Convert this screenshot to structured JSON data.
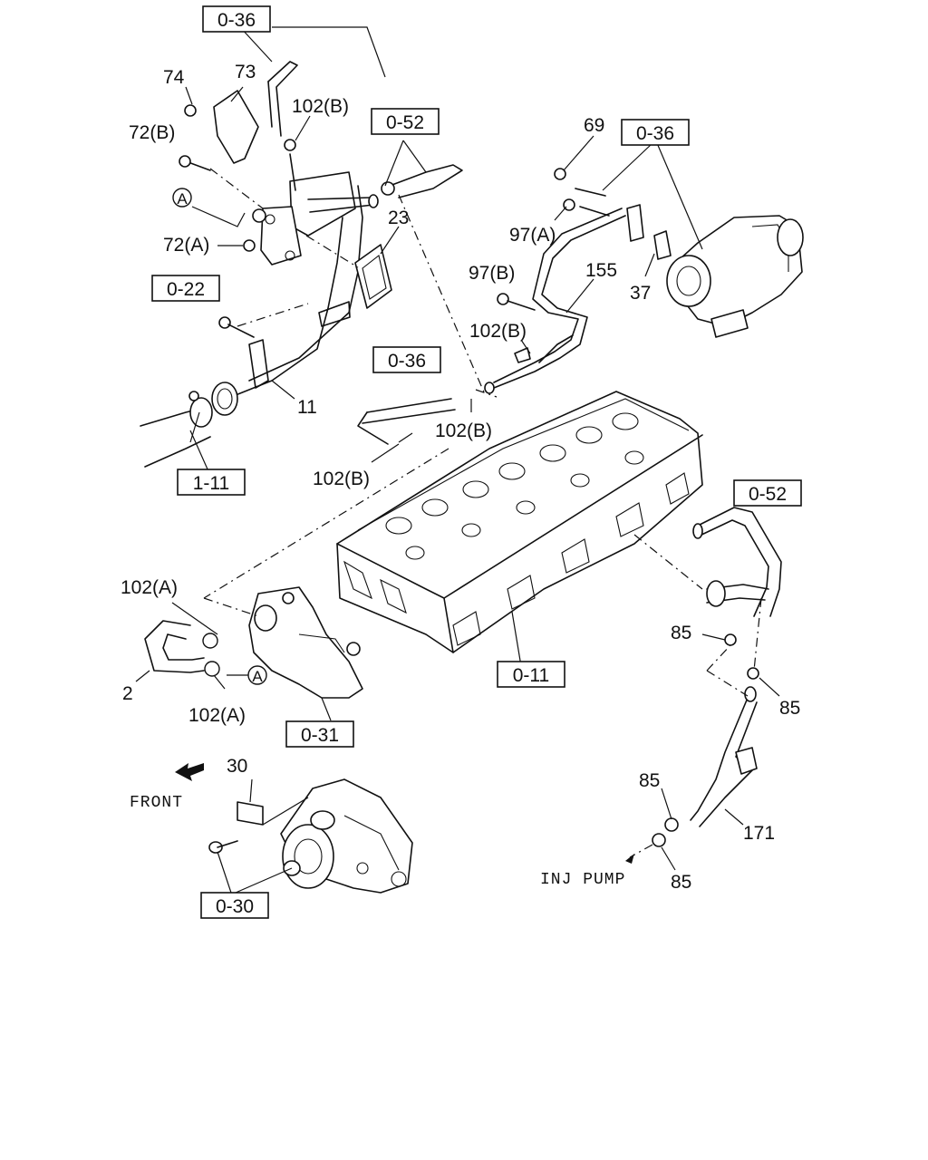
{
  "refs": {
    "r036_top": "0-36",
    "r052_top": "0-52",
    "r036_right": "0-36",
    "r022": "0-22",
    "r036_mid": "0-36",
    "r111": "1-11",
    "r052_right": "0-52",
    "r011": "0-11",
    "r031": "0-31",
    "r030": "0-30"
  },
  "parts": {
    "p74": "74",
    "p73": "73",
    "p102b_1": "102(B)",
    "p72b": "72(B)",
    "pA1": "A",
    "p72a": "72(A)",
    "p23": "23",
    "p11": "11",
    "p69": "69",
    "p97a": "97(A)",
    "p97b": "97(B)",
    "p155": "155",
    "p37": "37",
    "p102b_2": "102(B)",
    "p102b_3": "102(B)",
    "p102b_4": "102(B)",
    "p102a_1": "102(A)",
    "p2": "2",
    "pA2": "A",
    "p102a_2": "102(A)",
    "p85_1": "85",
    "p85_2": "85",
    "p85_3": "85",
    "p85_4": "85",
    "p171": "171",
    "p30": "30"
  },
  "notes": {
    "front": "FRONT",
    "inj_pump": "INJ PUMP"
  }
}
